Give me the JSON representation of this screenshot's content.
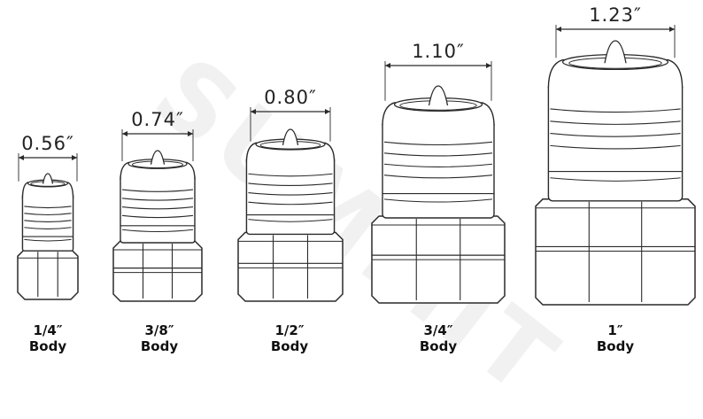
{
  "watermark": "SUMMIT",
  "couplers": [
    {
      "dimension": "0.56″",
      "size": "1/4″",
      "body": "Body"
    },
    {
      "dimension": "0.74″",
      "size": "3/8″",
      "body": "Body"
    },
    {
      "dimension": "0.80″",
      "size": "1/2″",
      "body": "Body"
    },
    {
      "dimension": "1.10″",
      "size": "3/4″",
      "body": "Body"
    },
    {
      "dimension": "1.23″",
      "size": "1″",
      "body": "Body"
    }
  ]
}
